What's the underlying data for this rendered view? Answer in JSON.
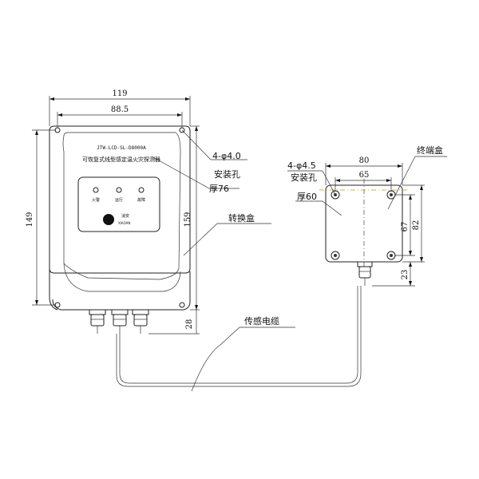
{
  "detector": {
    "model": "JTW-LCD-SL-D8000A",
    "name": "可恢复式线型感定温火灾探测器",
    "indicators": [
      "火警",
      "运行",
      "故障"
    ],
    "logo_text": "消安",
    "logo_sub": "XIAOAN"
  },
  "dimensions": {
    "width_outer": "119",
    "width_inner": "88.5",
    "height_outer": "149",
    "height_inner": "159",
    "gland_height": "28",
    "end_width_outer": "80",
    "end_width_inner": "65",
    "end_height_inner": "67",
    "end_height_outer": "82",
    "end_gland": "23"
  },
  "labels": {
    "hole_left": "4-φ4.0",
    "mount_left": "安装孔",
    "thick_left": "厚76",
    "hole_right": "4-φ4.5",
    "mount_right": "安装孔",
    "thick_right": "厚60",
    "junction_box": "转换盒",
    "terminal_box": "终端盒",
    "cable": "传感电缆"
  }
}
